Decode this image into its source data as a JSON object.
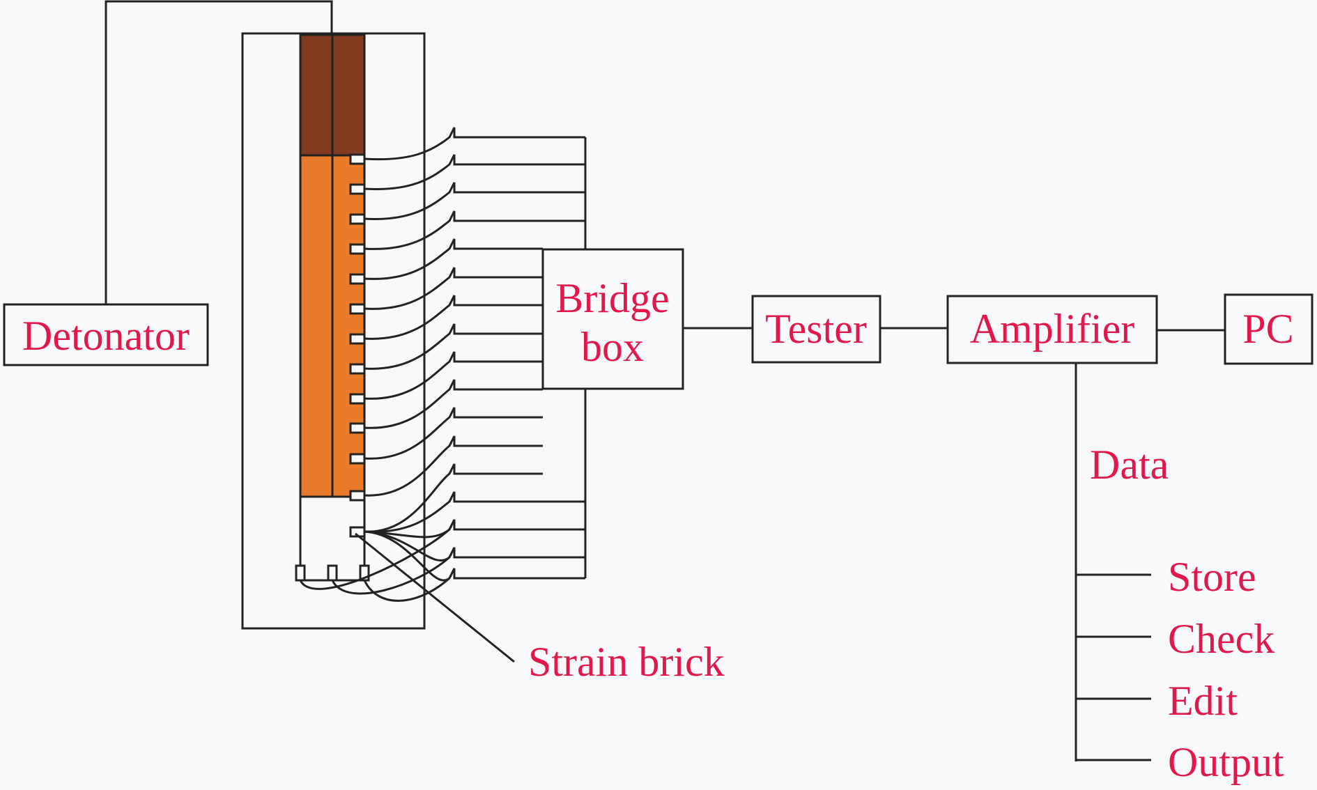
{
  "diagram": {
    "labels": {
      "detonator": "Detonator",
      "bridge_line1": "Bridge",
      "bridge_line2": "box",
      "tester": "Tester",
      "amplifier": "Amplifier",
      "pc": "PC",
      "strain_brick": "Strain brick",
      "data": "Data",
      "store": "Store",
      "check": "Check",
      "edit": "Edit",
      "output": "Output"
    },
    "colors": {
      "charge_dark": "#823b20",
      "charge_orange": "#e87c2a",
      "label_text": "#e0194a",
      "lines": "#222222"
    }
  }
}
